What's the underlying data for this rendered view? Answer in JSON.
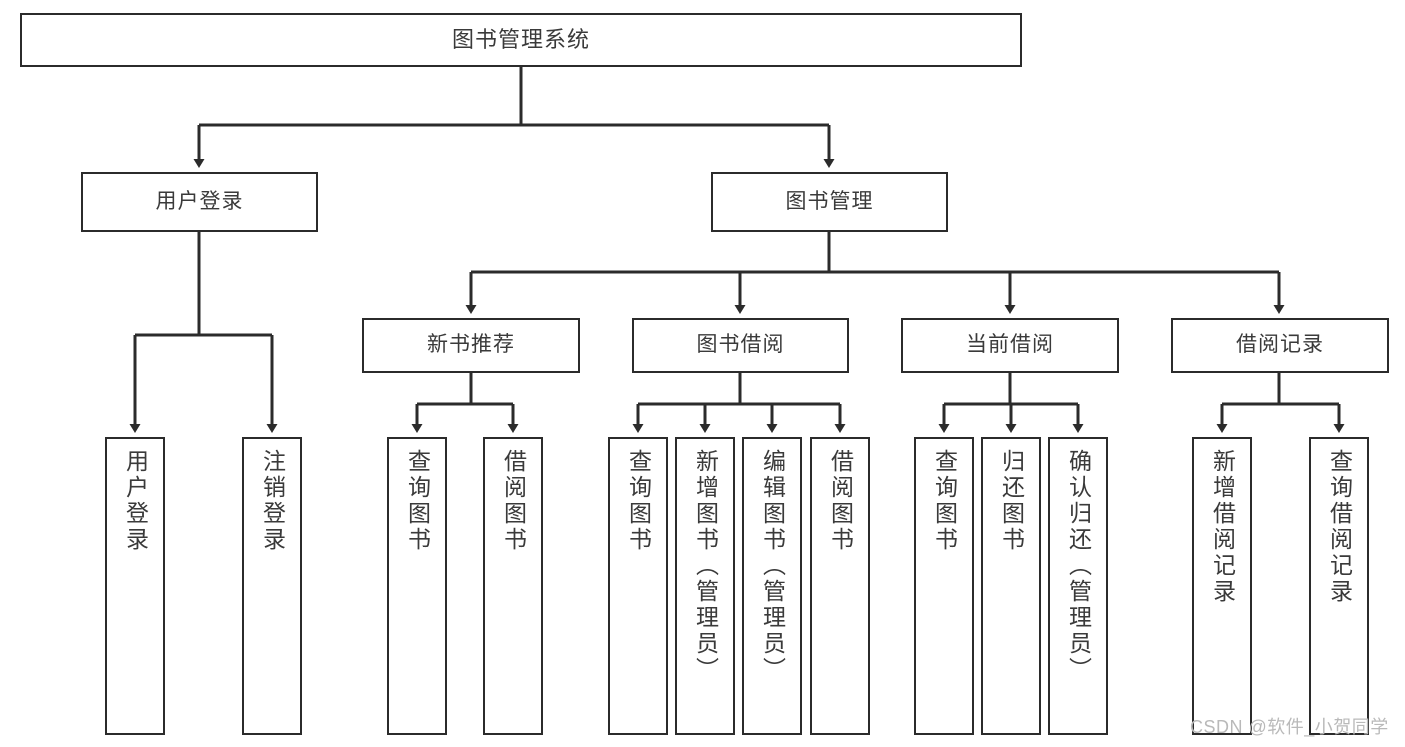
{
  "diagram": {
    "type": "tree",
    "title": "图书管理系统",
    "orientation": "top-down",
    "colors": {
      "box_border": "#2b2b2b",
      "box_fill": "#ffffff",
      "text": "#3a3a3a",
      "edge": "#2b2b2b",
      "watermark": "#b9b9b9",
      "background": "#ffffff"
    },
    "nodes": {
      "root": {
        "label": "图书管理系统",
        "level": 1
      },
      "l2": [
        {
          "label": "用户登录",
          "level": 2
        },
        {
          "label": "图书管理",
          "level": 2
        }
      ],
      "l3": [
        {
          "label": "新书推荐",
          "level": 3
        },
        {
          "label": "图书借阅",
          "level": 3
        },
        {
          "label": "当前借阅",
          "level": 3
        },
        {
          "label": "借阅记录",
          "level": 3
        }
      ],
      "leaves": [
        {
          "label": "用户登录",
          "parent": "用户登录",
          "level": 3
        },
        {
          "label": "注销登录",
          "parent": "用户登录",
          "level": 3
        },
        {
          "label": "查询图书",
          "parent": "新书推荐",
          "level": 4
        },
        {
          "label": "借阅图书",
          "parent": "新书推荐",
          "level": 4
        },
        {
          "label": "查询图书",
          "parent": "图书借阅",
          "level": 4
        },
        {
          "label": "新增图书（管理员）",
          "parent": "图书借阅",
          "level": 4
        },
        {
          "label": "编辑图书（管理员）",
          "parent": "图书借阅",
          "level": 4
        },
        {
          "label": "借阅图书",
          "parent": "图书借阅",
          "level": 4
        },
        {
          "label": "查询图书",
          "parent": "当前借阅",
          "level": 4
        },
        {
          "label": "归还图书",
          "parent": "当前借阅",
          "level": 4
        },
        {
          "label": "确认归还（管理员）",
          "parent": "当前借阅",
          "level": 4
        },
        {
          "label": "新增借阅记录",
          "parent": "借阅记录",
          "level": 4
        },
        {
          "label": "查询借阅记录",
          "parent": "借阅记录",
          "level": 4
        }
      ]
    },
    "watermark": "CSDN @软件_小贺同学"
  }
}
